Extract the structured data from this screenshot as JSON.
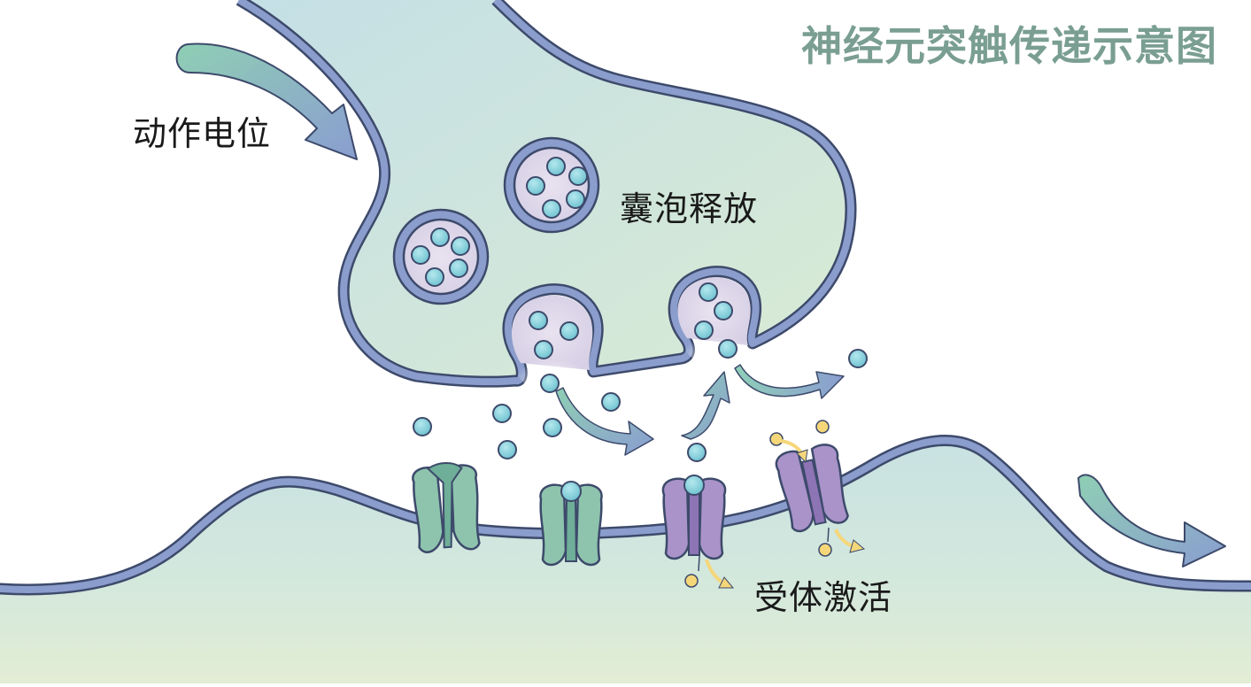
{
  "diagram": {
    "title": "神经元突触传递示意图",
    "labels": {
      "action_potential": "动作电位",
      "vesicle_release": "囊泡释放",
      "receptor_activation": "受体激活"
    },
    "colors": {
      "title": "#7a9e92",
      "membrane": "#8a9dcc",
      "membrane_outline": "#3d4a6b",
      "presynaptic_fill_top": "#c6e0e3",
      "presynaptic_fill_bottom": "#d7ead6",
      "postsynaptic_fill_top": "#c9e3e0",
      "postsynaptic_fill_bottom": "#e0ecd3",
      "vesicle_inner": "#ddd6e8",
      "neurotransmitter": "#7ccbd6",
      "receptor_inactive": "#8ec4ad",
      "receptor_active": "#a993c9",
      "ion": "#f5d77a",
      "arrow_start": "#8fcbb7",
      "arrow_end": "#8a9dcc",
      "text": "#1a1a1a"
    },
    "elements": {
      "presynaptic_terminal": "axon terminal",
      "postsynaptic_membrane": "dendrite membrane",
      "vesicles_intact": 2,
      "vesicles_fusing": 2,
      "receptors_inactive": 2,
      "receptors_active": 2
    }
  }
}
